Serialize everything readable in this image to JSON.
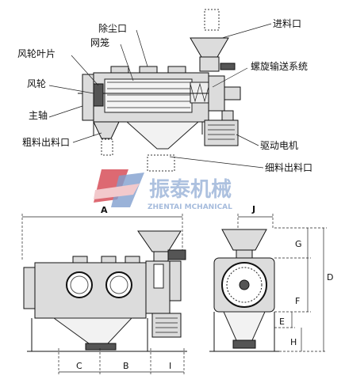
{
  "labels": {
    "feed_inlet": "进料口",
    "dust_outlet": "除尘口",
    "mesh_cage": "网笼",
    "fan_blade": "风轮叶片",
    "screw_conveyor": "螺旋输送系统",
    "fan_wheel": "风轮",
    "main_shaft": "主轴",
    "coarse_outlet": "粗料出料口",
    "drive_motor": "驱动电机",
    "fine_outlet": "细料出料口"
  },
  "watermark": {
    "cn": "振泰机械",
    "en": "ZHENTAI MCHANICAL"
  },
  "dimensions": {
    "A": "A",
    "J": "J",
    "G": "G",
    "D": "D",
    "F": "F",
    "E": "E",
    "H": "H",
    "C": "C",
    "B": "B",
    "I": "I"
  },
  "colors": {
    "line": "#111111",
    "fill": "#dcdcdc",
    "watermark_red": "#d8505a",
    "watermark_blue": "#6b8fc6"
  }
}
